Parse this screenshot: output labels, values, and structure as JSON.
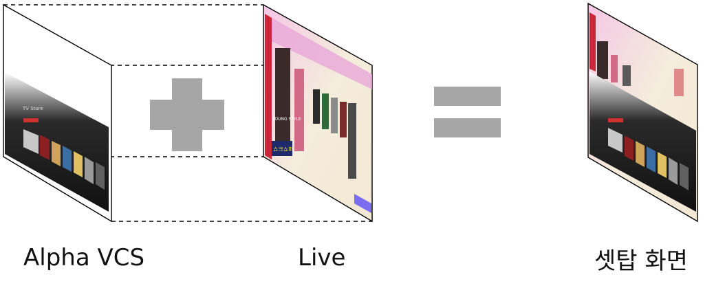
{
  "labels": {
    "alpha": "Alpha VCS",
    "live": "Live",
    "result": "셋탑 화면"
  },
  "operators": {
    "plus": "plus-symbol",
    "equals": "equals-symbol"
  },
  "colors": {
    "operator_gray": "#a6a6a6",
    "panel_outline": "#000000",
    "dashed_line": "#000000",
    "ui_dark": "#1e1e1e",
    "live_pink": "#e9bfe0",
    "live_cream": "#f3e9d5",
    "live_red": "#c9283a",
    "live_purple": "#6b5bd6"
  },
  "thumbnails": {
    "ui_mini_title": "TV Store",
    "live_caption": "YOUNG STYLE",
    "live_banner": "쇼크쇼퍼"
  }
}
